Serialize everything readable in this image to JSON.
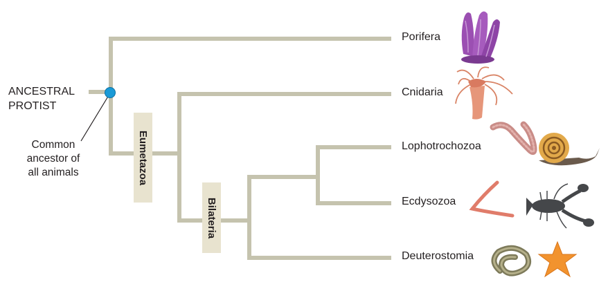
{
  "diagram": {
    "root": {
      "line1": "ANCESTRAL",
      "line2": "PROTIST"
    },
    "ancestor_note": {
      "line1": "Common",
      "line2": "ancestor of",
      "line3": "all animals"
    },
    "clades": {
      "eumetazoa": "Eumetazoa",
      "bilateria": "Bilateria"
    },
    "taxa": [
      {
        "label": "Porifera",
        "icon": "sponge-icon"
      },
      {
        "label": "Cnidaria",
        "icon": "jellyfish-icon"
      },
      {
        "label": "Lophotrochozoa",
        "icon": "worm-and-snail-icon"
      },
      {
        "label": "Ecdysozoa",
        "icon": "nematode-and-crayfish-icon"
      },
      {
        "label": "Deuterostomia",
        "icon": "eel-and-sea-star-icon"
      }
    ],
    "colors": {
      "branch": "#c5c3ae",
      "node": "#1a9ad6",
      "clade_box": "#e8e3cf"
    }
  }
}
